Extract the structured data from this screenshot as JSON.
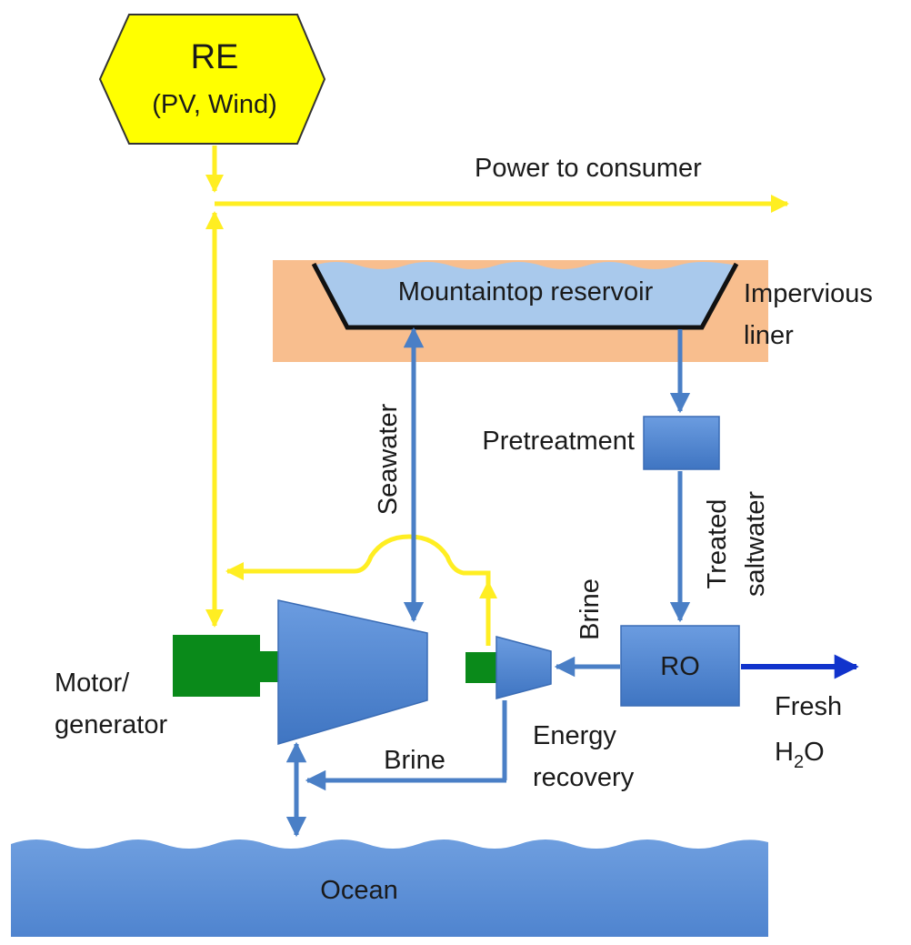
{
  "re_source": {
    "title": "RE",
    "subtitle": "(PV, Wind)"
  },
  "power_to_consumer": "Power to consumer",
  "reservoir": {
    "label": "Mountaintop reservoir"
  },
  "liner": {
    "line1": "Impervious",
    "line2": "liner"
  },
  "seawater": "Seawater",
  "pretreatment": "Pretreatment",
  "treated": {
    "line1": "Treated",
    "line2": "saltwater"
  },
  "ro": "RO",
  "brine_ro": "Brine",
  "brine_bottom": "Brine",
  "fresh_water": {
    "line1": "Fresh",
    "line2_main": "H",
    "line2_sub": "2",
    "line2_end": "O"
  },
  "motor_generator": {
    "line1": "Motor/",
    "line2": "generator"
  },
  "energy_recovery": {
    "line1": "Energy",
    "line2": "recovery"
  },
  "ocean": "Ocean",
  "colors": {
    "re_fill": "#ffff00",
    "power_line": "#ffee22",
    "water_line": "#4a7fc6",
    "fresh_line": "#1133cc",
    "block_fill": "#4f86cf",
    "motor_fill": "#0a8a1a",
    "earth_fill": "#f8be8e",
    "reservoir_fill": "#a9c9ec",
    "ocean_fill": "#5a8fd6"
  }
}
